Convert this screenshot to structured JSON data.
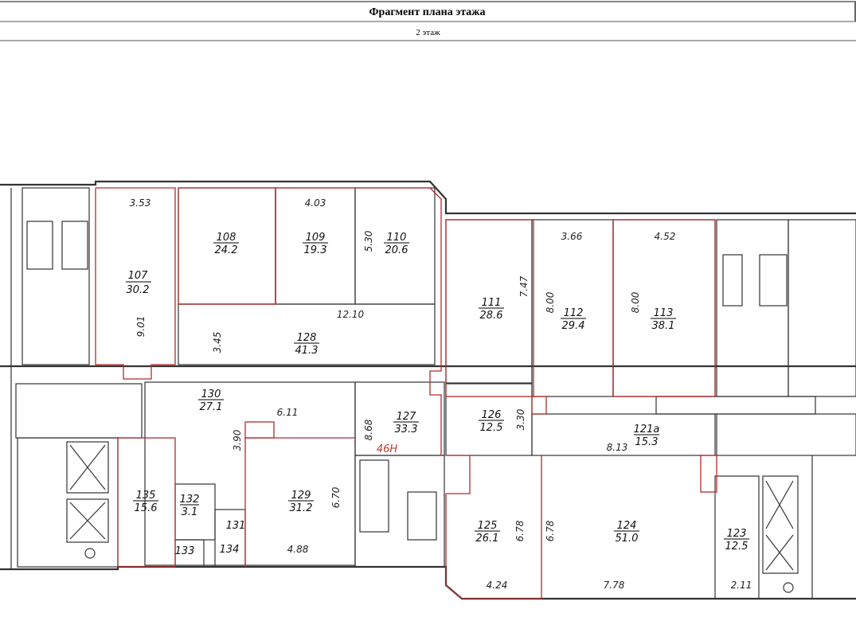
{
  "header": {
    "title": "Фрагмент плана этажа",
    "floor": "2 этаж"
  },
  "rooms": [
    {
      "number": "107",
      "area": "30.2"
    },
    {
      "number": "108",
      "area": "24.2"
    },
    {
      "number": "109",
      "area": "19.3"
    },
    {
      "number": "110",
      "area": "20.6"
    },
    {
      "number": "111",
      "area": "28.6"
    },
    {
      "number": "112",
      "area": "29.4"
    },
    {
      "number": "113",
      "area": "38.1"
    },
    {
      "number": "128",
      "area": "41.3"
    },
    {
      "number": "130",
      "area": "27.1"
    },
    {
      "number": "127",
      "area": "33.3"
    },
    {
      "number": "126",
      "area": "12.5"
    },
    {
      "number": "121а",
      "area": "15.3"
    },
    {
      "number": "135",
      "area": "15.6"
    },
    {
      "number": "132",
      "area": "3.1"
    },
    {
      "number": "129",
      "area": "31.2"
    },
    {
      "number": "125",
      "area": "26.1"
    },
    {
      "number": "124",
      "area": "51.0"
    },
    {
      "number": "123",
      "area": "12.5"
    },
    {
      "number": "131"
    },
    {
      "number": "133"
    },
    {
      "number": "134"
    }
  ],
  "dimensions": [
    "3.53",
    "4.03",
    "5.30",
    "3.66",
    "4.52",
    "7.47",
    "8.00",
    "8.00",
    "12.10",
    "3.45",
    "9.01",
    "6.11",
    "8.68",
    "3.30",
    "8.13",
    "3.90",
    "6.70",
    "6.78",
    "6.78",
    "4.88",
    "4.24",
    "7.78",
    "2.11"
  ],
  "unit_label": "46Н",
  "colors": {
    "highlight": "#b52a2a",
    "wall": "#333333"
  }
}
